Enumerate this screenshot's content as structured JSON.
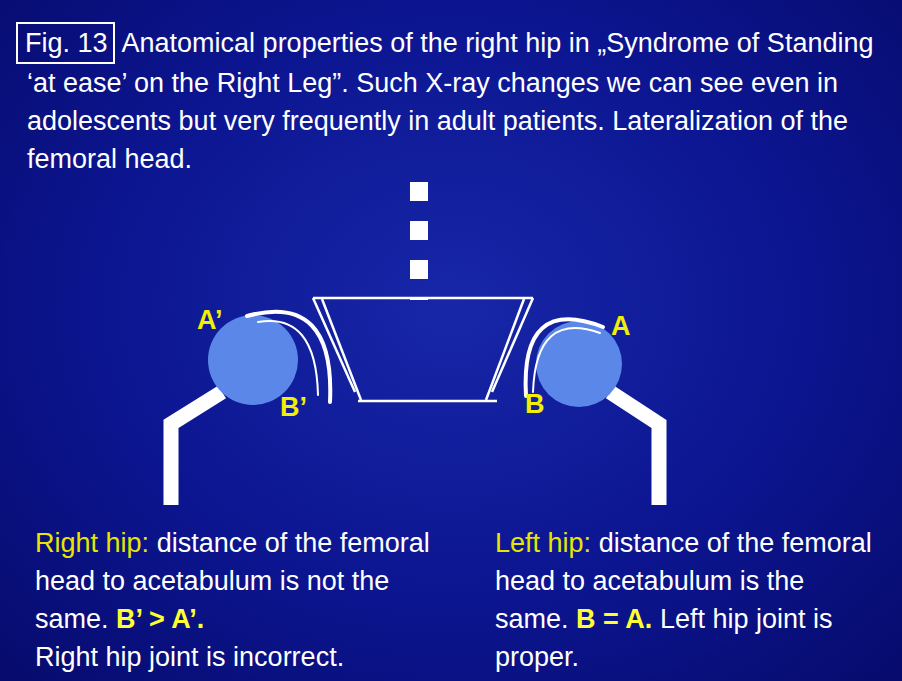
{
  "diagram": {
    "title": "Anatomical properties of the right hip in „Syndrome of Standing ‘at ease’ on the Right Leg”. Such X-ray changes we can see even in adolescents but very frequently in adult patients. Lateralization of the femoral head.",
    "nodes": [
      {
        "text": [
          "Fig. 13"
        ]
      }
    ],
    "labels": [
      "A’",
      "B’",
      "A",
      "B",
      "Right hip:",
      "distance of the femoral head to acetabulum is not the same.",
      "B’ > A’.",
      "Right hip joint is incorrect.",
      "Left hip:",
      "distance of the femoral head to acetabulum is the same.",
      "B = A.",
      "Left hip joint is proper."
    ]
  }
}
